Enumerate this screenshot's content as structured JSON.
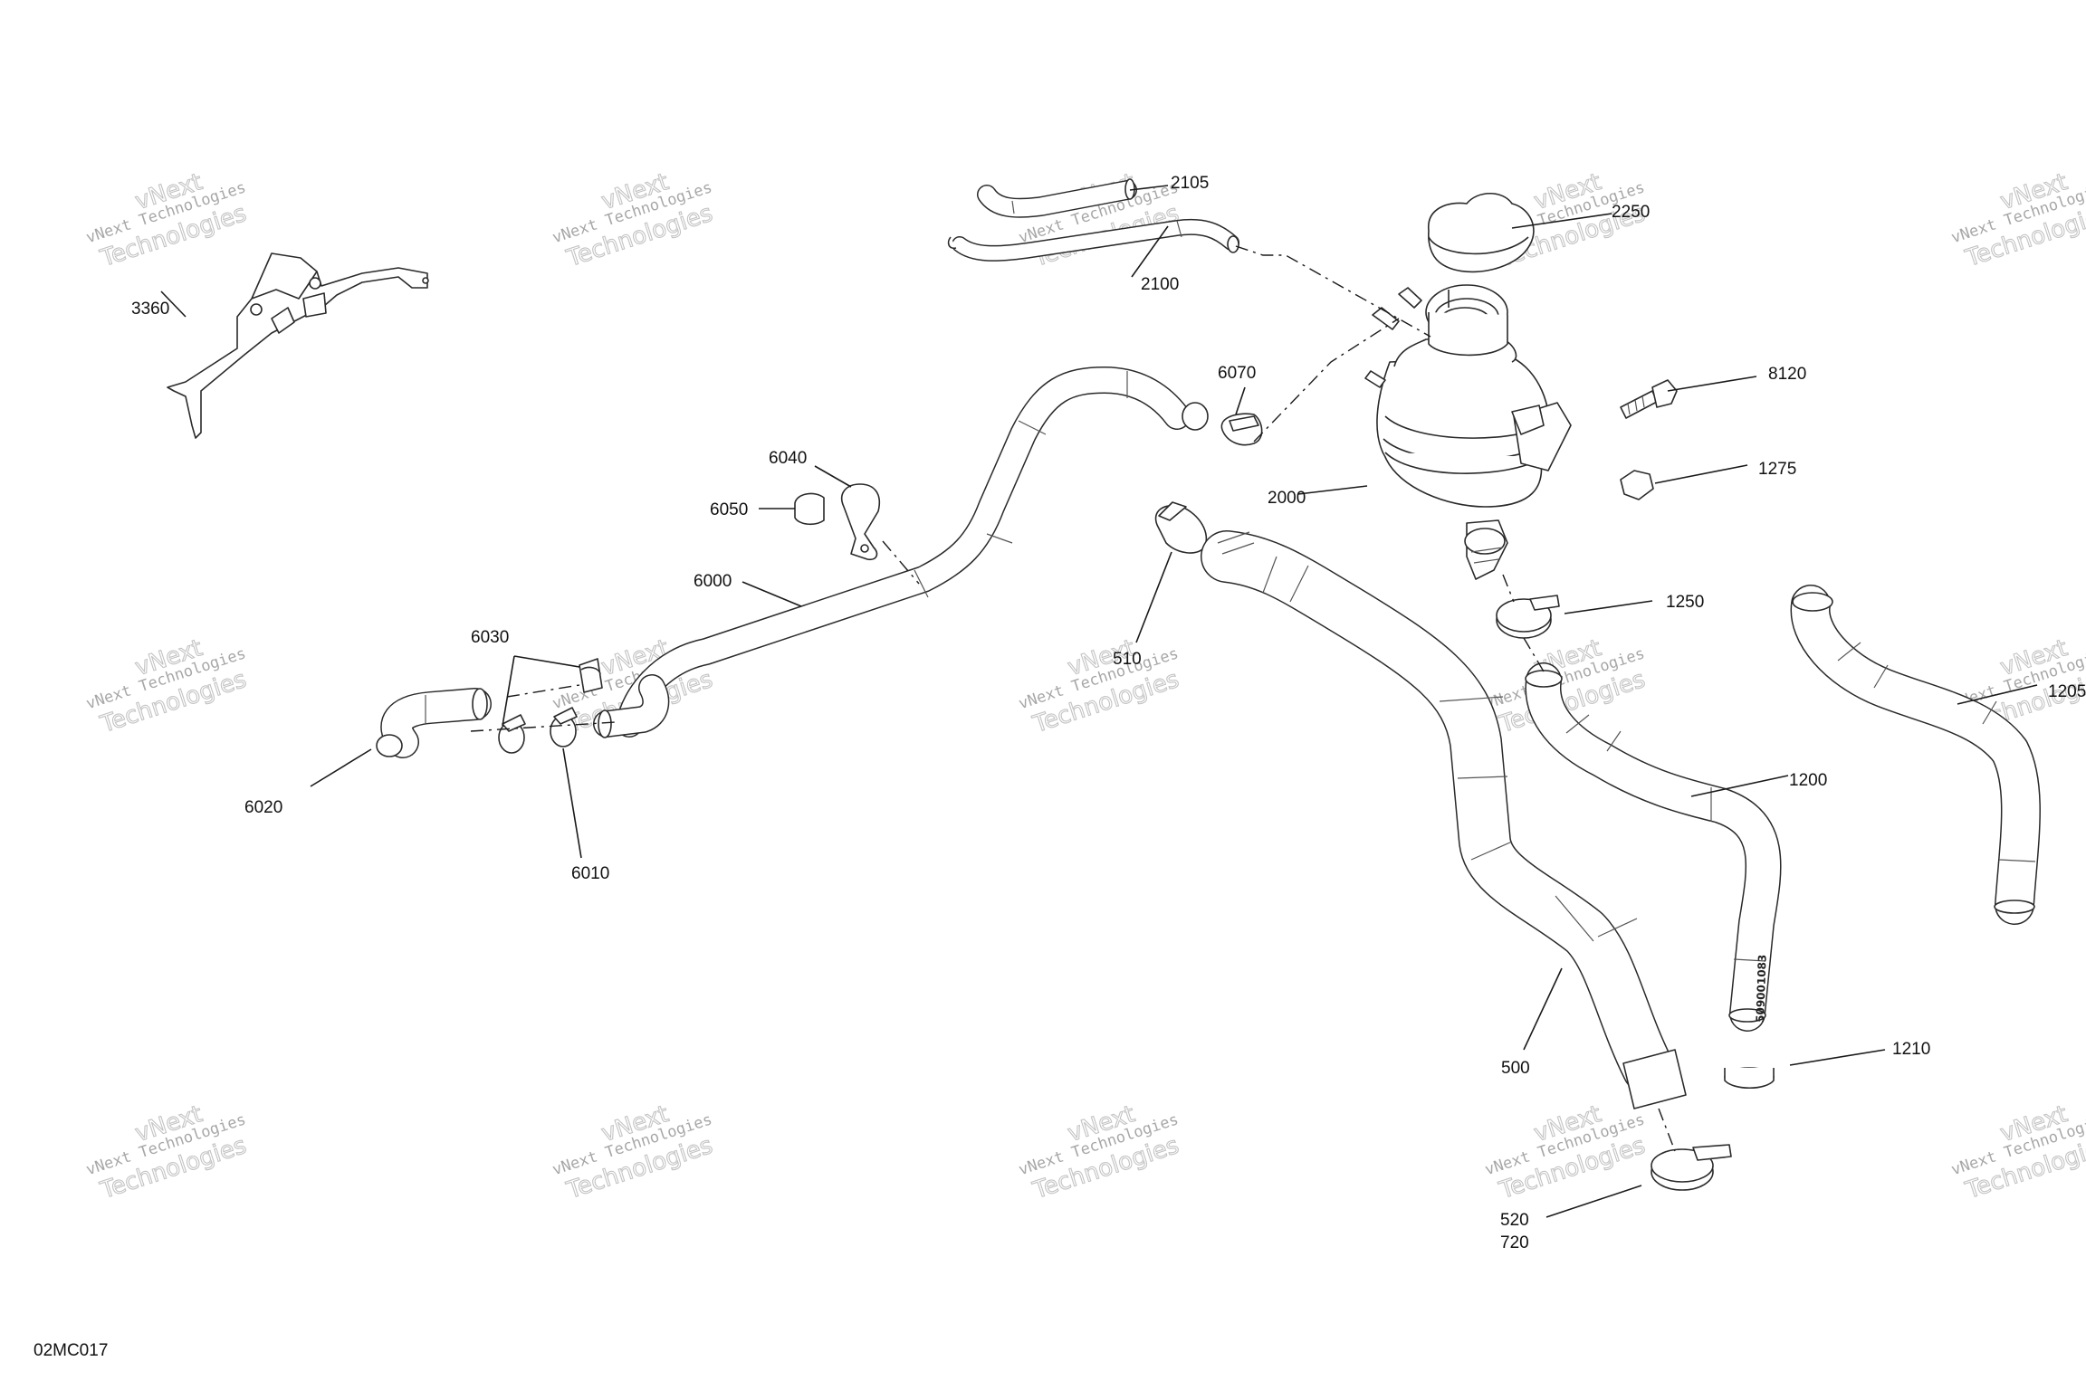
{
  "diagram": {
    "reference_code": "02MC017",
    "callouts": [
      "3360",
      "2105",
      "2100",
      "2250",
      "6070",
      "8120",
      "6040",
      "6050",
      "1275",
      "2000",
      "6000",
      "510",
      "1250",
      "6030",
      "6020",
      "6010",
      "1205",
      "1200",
      "500",
      "1210",
      "520",
      "720"
    ],
    "hose_print": "509001083",
    "watermark": {
      "line1": "vNext Technologies",
      "line2": "vNext",
      "line3": "Technologies"
    }
  }
}
